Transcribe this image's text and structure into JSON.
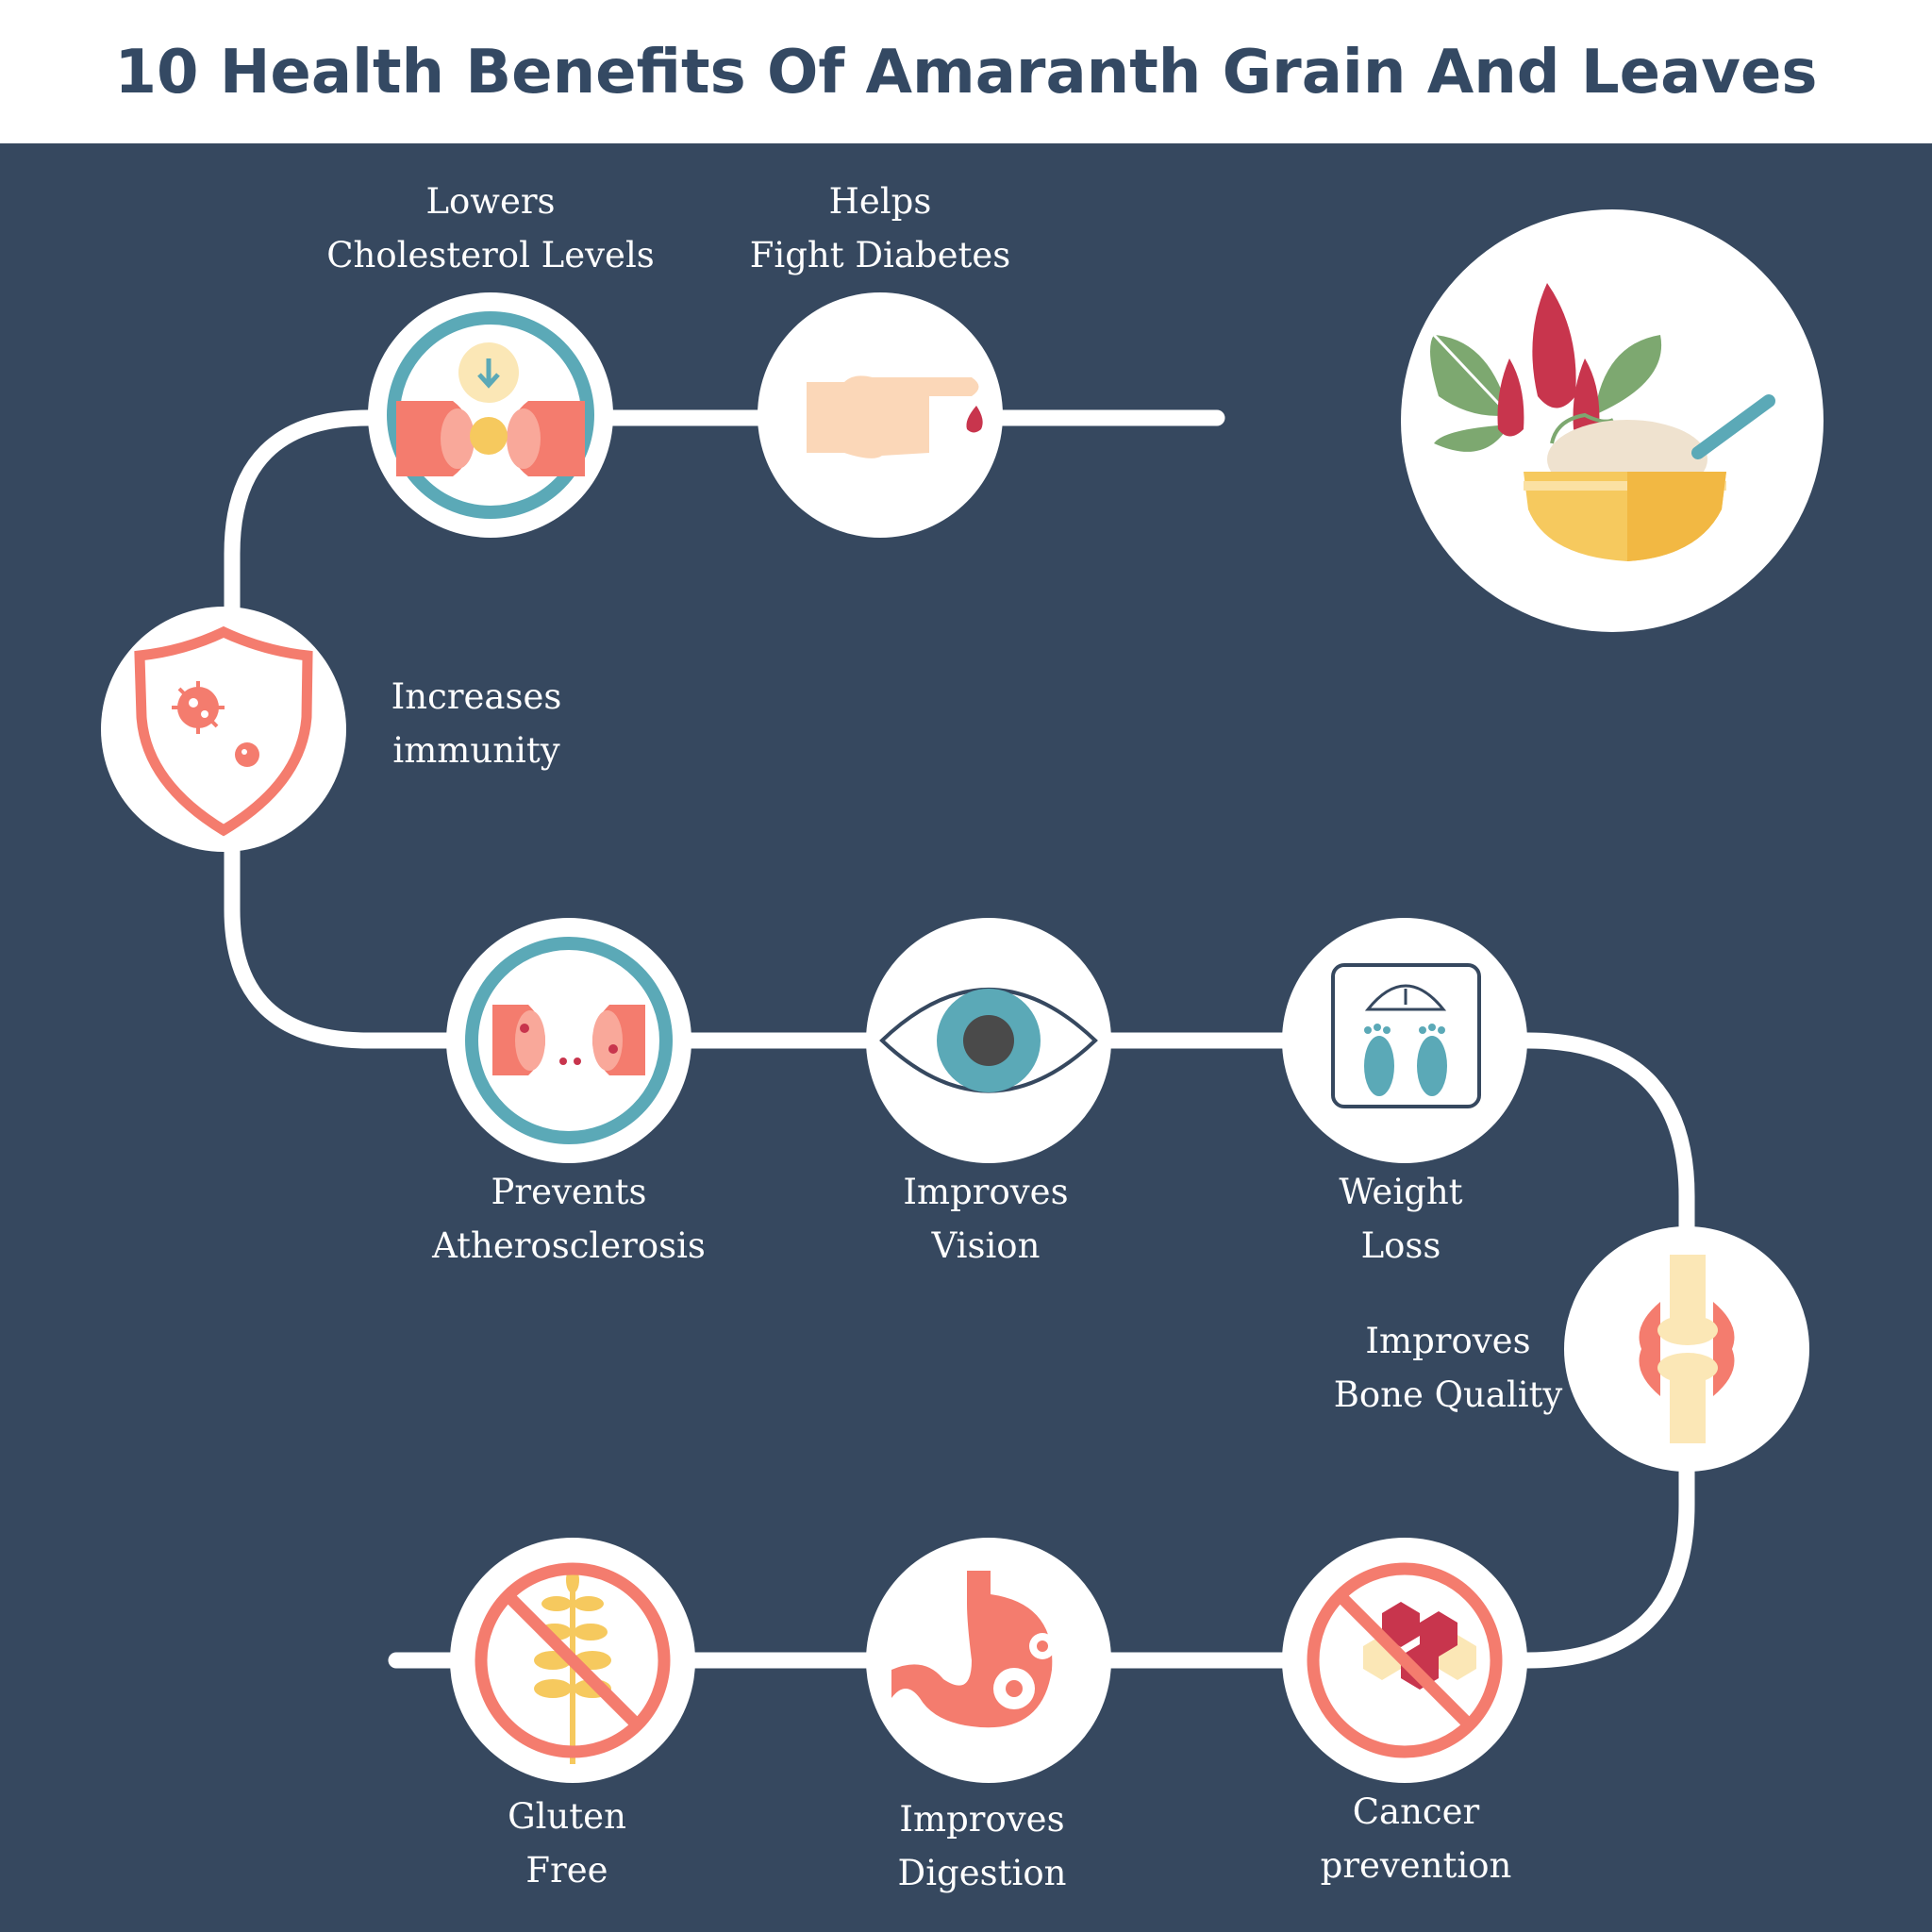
{
  "title": "10 Health Benefits Of Amaranth Grain And Leaves",
  "colors": {
    "background": "#36485f",
    "path": "#ffffff",
    "coral": "#f47c6e",
    "teal": "#5ba9b7",
    "gold": "#f6c95e",
    "crimson": "#c8354d",
    "leaf": "#7da870"
  },
  "benefits": [
    {
      "line1": "Lowers",
      "line2": "Cholesterol Levels",
      "icon": "artery-cholesterol-icon"
    },
    {
      "line1": "Helps",
      "line2": "Fight Diabetes",
      "icon": "finger-blood-drop-icon"
    },
    {
      "line1": "Increases",
      "line2": "immunity",
      "icon": "shield-virus-icon"
    },
    {
      "line1": "Prevents",
      "line2": "Atherosclerosis",
      "icon": "artery-plaque-icon"
    },
    {
      "line1": "Improves",
      "line2": "Vision",
      "icon": "eye-icon"
    },
    {
      "line1": "Weight",
      "line2": "Loss",
      "icon": "weight-scale-icon"
    },
    {
      "line1": "Improves",
      "line2": "Bone Quality",
      "icon": "knee-joint-icon"
    },
    {
      "line1": "Cancer",
      "line2": "prevention",
      "icon": "no-cancer-cells-icon"
    },
    {
      "line1": "Improves",
      "line2": "Digestion",
      "icon": "stomach-gears-icon"
    },
    {
      "line1": "Gluten",
      "line2": "Free",
      "icon": "no-wheat-icon"
    }
  ],
  "hero": {
    "icon": "amaranth-bowl-icon"
  }
}
